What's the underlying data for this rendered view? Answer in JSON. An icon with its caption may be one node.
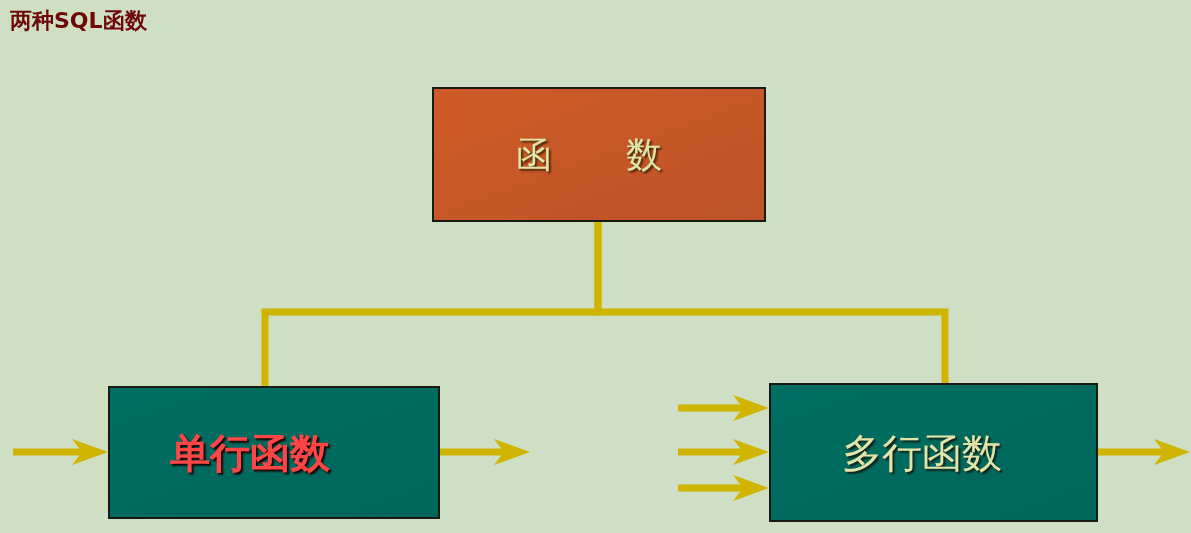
{
  "diagram": {
    "title": "两种SQL函数",
    "nodes": [
      {
        "text": [
          "函 数"
        ]
      },
      {
        "text": [
          "单行函数"
        ]
      },
      {
        "text": [
          "多行函数"
        ]
      }
    ],
    "edges": [
      {
        "from": 0,
        "to": 1,
        "arrow": "none"
      },
      {
        "from": 0,
        "to": 2,
        "arrow": "none"
      },
      {
        "from": null,
        "to": 1,
        "arrow": "to"
      },
      {
        "from": 1,
        "to": null,
        "arrow": "to"
      },
      {
        "from": null,
        "to": 2,
        "arrow": "to"
      },
      {
        "from": null,
        "to": 2,
        "arrow": "to"
      },
      {
        "from": null,
        "to": 2,
        "arrow": "to"
      },
      {
        "from": 2,
        "to": null,
        "arrow": "to"
      }
    ]
  }
}
